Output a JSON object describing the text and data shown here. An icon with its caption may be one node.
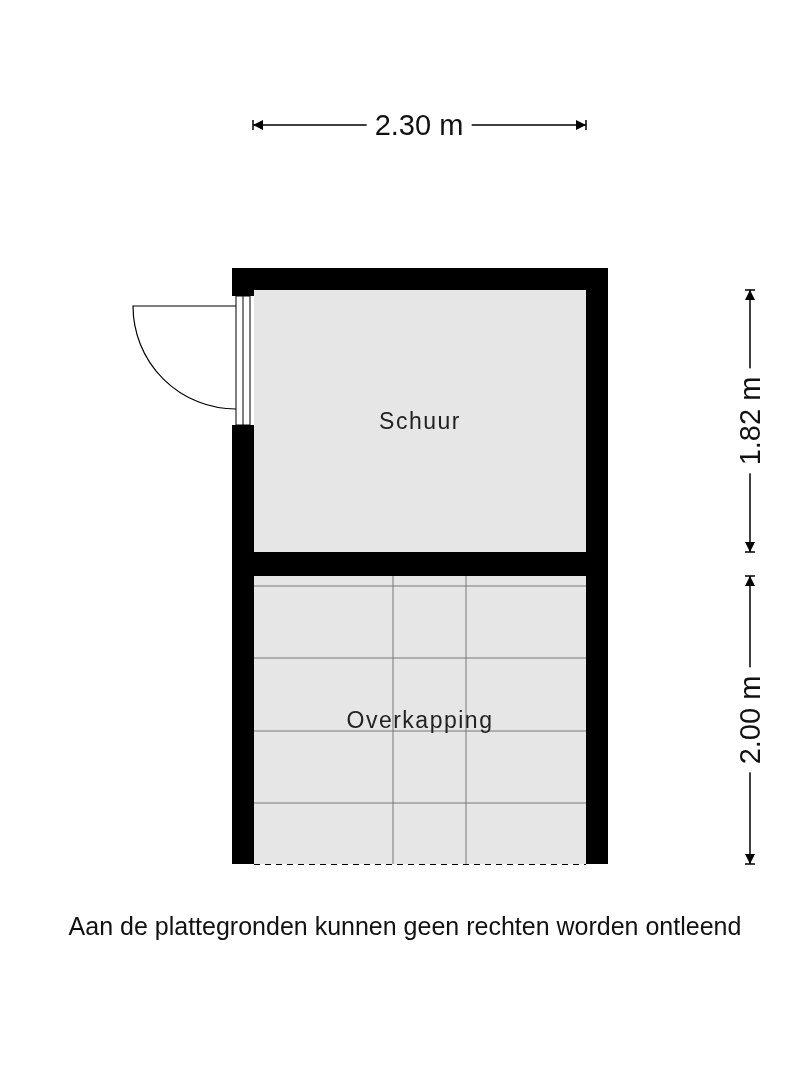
{
  "diagram": {
    "nodes": [
      {
        "text": [
          "Schuur"
        ]
      },
      {
        "text": [
          "Overkapping"
        ]
      }
    ],
    "labels": [
      "2.30 m",
      "1.82 m",
      "2.00 m",
      "Aan de plattegronden kunnen geen rechten worden ontleend"
    ]
  }
}
